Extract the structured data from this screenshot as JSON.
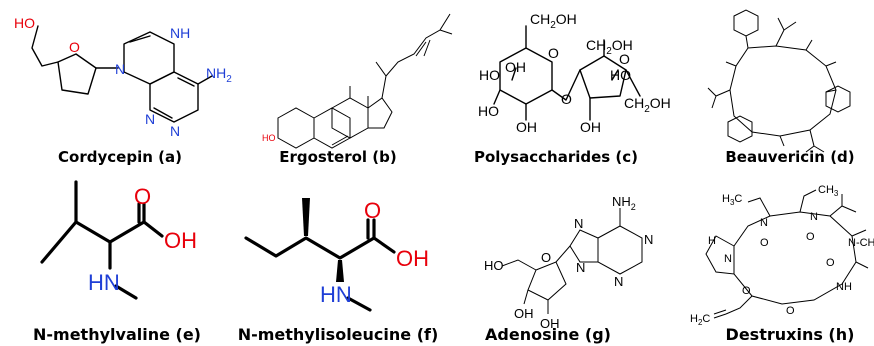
{
  "captions": {
    "a": "Cordycepin (a)",
    "b": "Ergosterol (b)",
    "c": "Polysaccharides (c)",
    "d": "Beauvericin (d)",
    "e": "N-methylvaline (e)",
    "f": "N-methylisoleucine (f)",
    "g": "Adenosine (g)",
    "h": "Destruxins (h)"
  },
  "atoms": {
    "cordycepin": {
      "ho": "HO",
      "o": "O",
      "n_ring": "N",
      "nh": "NH",
      "nh2": "NH",
      "nh2_sub": "2",
      "n1": "N",
      "n2": "N"
    },
    "ergosterol": {
      "ho": "HO"
    },
    "polysaccharide": {
      "ch2oh_1": "CH",
      "ch2oh_2": "CH",
      "ch2oh_3": "CH",
      "sub2": "2",
      "oh_suffix": "OH",
      "o": "O",
      "oh": "OH",
      "ho": "HO"
    },
    "nmethylvaline": {
      "o": "O",
      "oh": "OH",
      "hn": "HN"
    },
    "nmethylisoleucine": {
      "o": "O",
      "oh": "OH",
      "hn": "HN"
    },
    "adenosine": {
      "nh2": "NH",
      "nh2_sub": "2",
      "n": "N",
      "ho": "HO",
      "o": "O",
      "oh": "OH"
    },
    "destruxin": {
      "h3c": "H",
      "h3c_sub": "3",
      "c": "C",
      "n": "N",
      "o": "O",
      "ch3": "CH",
      "ch3_sub": "3",
      "h": "H",
      "h2c": "H",
      "h2c_sub": "2",
      "nh": "NH",
      "me": "-CH"
    }
  },
  "colors": {
    "oxygen": "#e8000b",
    "nitrogen": "#1f3fd6",
    "text": "#000000"
  }
}
